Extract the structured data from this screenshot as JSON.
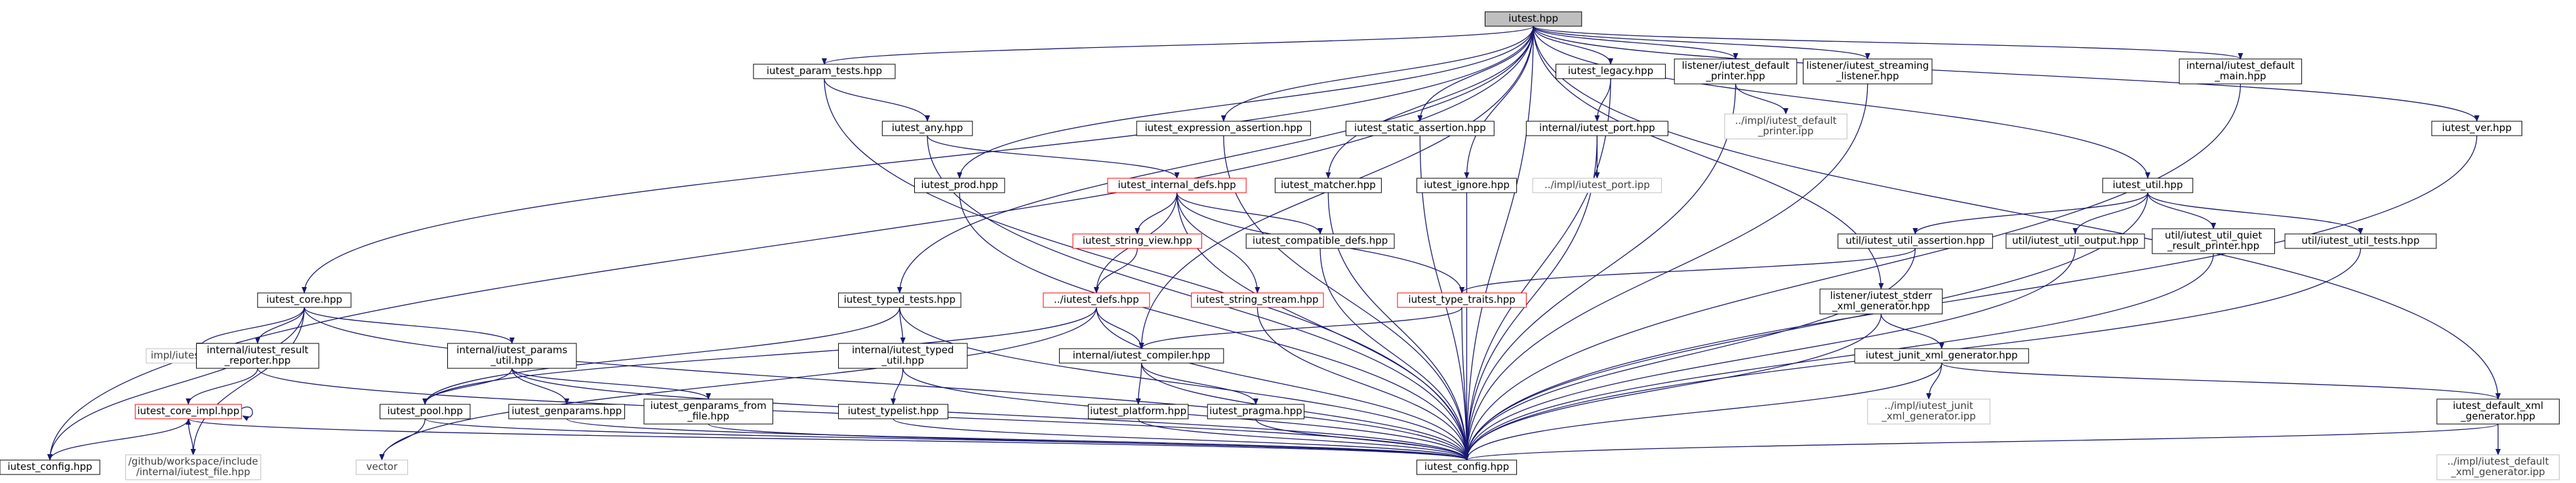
{
  "colors": {
    "edge": "#191970",
    "box_border": "#000000",
    "box_gray_border": "#bfbfbf",
    "box_red_border": "#ff0000",
    "root_fill": "#bfbfbf",
    "text": "#000000",
    "text_gray": "#404040"
  },
  "nodes": [
    {
      "id": "root",
      "lines": [
        "iutest.hpp"
      ],
      "style": "root"
    },
    {
      "id": "param_tests",
      "lines": [
        "iutest_param_tests.hpp"
      ],
      "style": "normal"
    },
    {
      "id": "legacy",
      "lines": [
        "iutest_legacy.hpp"
      ],
      "style": "normal"
    },
    {
      "id": "default_printer",
      "lines": [
        "listener/iutest_default",
        "_printer.hpp"
      ],
      "style": "normal"
    },
    {
      "id": "streaming_listener",
      "lines": [
        "listener/iutest_streaming",
        "_listener.hpp"
      ],
      "style": "normal"
    },
    {
      "id": "default_main",
      "lines": [
        "internal/iutest_default",
        "_main.hpp"
      ],
      "style": "normal"
    },
    {
      "id": "any",
      "lines": [
        "iutest_any.hpp"
      ],
      "style": "normal"
    },
    {
      "id": "expression_assertion",
      "lines": [
        "iutest_expression_assertion.hpp"
      ],
      "style": "normal"
    },
    {
      "id": "static_assertion",
      "lines": [
        "iutest_static_assertion.hpp"
      ],
      "style": "normal"
    },
    {
      "id": "port",
      "lines": [
        "internal/iutest_port.hpp"
      ],
      "style": "normal"
    },
    {
      "id": "impl_default_printer",
      "lines": [
        "../impl/iutest_default",
        "_printer.ipp"
      ],
      "style": "gray"
    },
    {
      "id": "ver",
      "lines": [
        "iutest_ver.hpp"
      ],
      "style": "normal"
    },
    {
      "id": "prod",
      "lines": [
        "iutest_prod.hpp"
      ],
      "style": "normal"
    },
    {
      "id": "internal_defs",
      "lines": [
        "iutest_internal_defs.hpp"
      ],
      "style": "red"
    },
    {
      "id": "matcher",
      "lines": [
        "iutest_matcher.hpp"
      ],
      "style": "normal"
    },
    {
      "id": "ignore",
      "lines": [
        "iutest_ignore.hpp"
      ],
      "style": "normal"
    },
    {
      "id": "impl_port",
      "lines": [
        "../impl/iutest_port.ipp"
      ],
      "style": "gray"
    },
    {
      "id": "util",
      "lines": [
        "iutest_util.hpp"
      ],
      "style": "normal"
    },
    {
      "id": "string_view",
      "lines": [
        "iutest_string_view.hpp"
      ],
      "style": "red"
    },
    {
      "id": "compatible_defs",
      "lines": [
        "iutest_compatible_defs.hpp"
      ],
      "style": "normal"
    },
    {
      "id": "util_assertion",
      "lines": [
        "util/iutest_util_assertion.hpp"
      ],
      "style": "normal"
    },
    {
      "id": "util_output",
      "lines": [
        "util/iutest_util_output.hpp"
      ],
      "style": "normal"
    },
    {
      "id": "util_quiet",
      "lines": [
        "util/iutest_util_quiet",
        "_result_printer.hpp"
      ],
      "style": "normal"
    },
    {
      "id": "util_tests",
      "lines": [
        "util/iutest_util_tests.hpp"
      ],
      "style": "normal"
    },
    {
      "id": "core",
      "lines": [
        "iutest_core.hpp"
      ],
      "style": "normal"
    },
    {
      "id": "typed_tests",
      "lines": [
        "iutest_typed_tests.hpp"
      ],
      "style": "normal"
    },
    {
      "id": "defs",
      "lines": [
        "../iutest_defs.hpp"
      ],
      "style": "red"
    },
    {
      "id": "string_stream",
      "lines": [
        "iutest_string_stream.hpp"
      ],
      "style": "red"
    },
    {
      "id": "type_traits",
      "lines": [
        "iutest_type_traits.hpp"
      ],
      "style": "red"
    },
    {
      "id": "stderr_xml",
      "lines": [
        "listener/iutest_stderr",
        "_xml_generator.hpp"
      ],
      "style": "normal"
    },
    {
      "id": "impl_core",
      "lines": [
        "impl/iutest_core.ipp"
      ],
      "style": "gray"
    },
    {
      "id": "result_reporter",
      "lines": [
        "internal/iutest_result",
        "_reporter.hpp"
      ],
      "style": "normal"
    },
    {
      "id": "params_util",
      "lines": [
        "internal/iutest_params",
        "_util.hpp"
      ],
      "style": "normal"
    },
    {
      "id": "typed_util",
      "lines": [
        "internal/iutest_typed",
        "_util.hpp"
      ],
      "style": "normal"
    },
    {
      "id": "compiler",
      "lines": [
        "internal/iutest_compiler.hpp"
      ],
      "style": "normal"
    },
    {
      "id": "junit_xml",
      "lines": [
        "iutest_junit_xml_generator.hpp"
      ],
      "style": "normal"
    },
    {
      "id": "core_impl",
      "lines": [
        "iutest_core_impl.hpp"
      ],
      "style": "red"
    },
    {
      "id": "pool",
      "lines": [
        "iutest_pool.hpp"
      ],
      "style": "normal"
    },
    {
      "id": "genparams",
      "lines": [
        "iutest_genparams.hpp"
      ],
      "style": "normal"
    },
    {
      "id": "genparams_from_file",
      "lines": [
        "iutest_genparams_from",
        "_file.hpp"
      ],
      "style": "normal"
    },
    {
      "id": "typelist",
      "lines": [
        "iutest_typelist.hpp"
      ],
      "style": "normal"
    },
    {
      "id": "platform",
      "lines": [
        "iutest_platform.hpp"
      ],
      "style": "normal"
    },
    {
      "id": "pragma",
      "lines": [
        "iutest_pragma.hpp"
      ],
      "style": "normal"
    },
    {
      "id": "impl_junit",
      "lines": [
        "../impl/iutest_junit",
        "_xml_generator.ipp"
      ],
      "style": "gray"
    },
    {
      "id": "default_xml",
      "lines": [
        "iutest_default_xml",
        "_generator.hpp"
      ],
      "style": "normal"
    },
    {
      "id": "config",
      "lines": [
        "iutest_config.hpp"
      ],
      "style": "normal"
    },
    {
      "id": "github_file",
      "lines": [
        "/github/workspace/include",
        "/internal/iutest_file.hpp"
      ],
      "style": "gray"
    },
    {
      "id": "vector",
      "lines": [
        "vector"
      ],
      "style": "gray"
    },
    {
      "id": "iutest_config_main",
      "lines": [
        "iutest_config.hpp"
      ],
      "style": "normal"
    },
    {
      "id": "impl_default_xml",
      "lines": [
        "../impl/iutest_default",
        "_xml_generator.ipp"
      ],
      "style": "gray"
    }
  ],
  "edges": [
    [
      "root",
      "param_tests"
    ],
    [
      "root",
      "legacy"
    ],
    [
      "root",
      "default_printer"
    ],
    [
      "root",
      "streaming_listener"
    ],
    [
      "root",
      "default_main"
    ],
    [
      "root",
      "expression_assertion"
    ],
    [
      "root",
      "static_assertion"
    ],
    [
      "root",
      "prod"
    ],
    [
      "root",
      "matcher"
    ],
    [
      "root",
      "ignore"
    ],
    [
      "root",
      "util"
    ],
    [
      "root",
      "ver"
    ],
    [
      "root",
      "core"
    ],
    [
      "root",
      "typed_tests"
    ],
    [
      "root",
      "compiler"
    ],
    [
      "root",
      "config"
    ],
    [
      "root",
      "default_xml"
    ],
    [
      "root",
      "iutest_config_main"
    ],
    [
      "root",
      "stderr_xml"
    ],
    [
      "param_tests",
      "any"
    ],
    [
      "param_tests",
      "iutest_config_main"
    ],
    [
      "any",
      "internal_defs"
    ],
    [
      "any",
      "iutest_config_main"
    ],
    [
      "legacy",
      "port"
    ],
    [
      "legacy",
      "iutest_config_main"
    ],
    [
      "port",
      "impl_port"
    ],
    [
      "port",
      "iutest_config_main"
    ],
    [
      "default_printer",
      "impl_default_printer"
    ],
    [
      "default_printer",
      "iutest_config_main"
    ],
    [
      "streaming_listener",
      "iutest_config_main"
    ],
    [
      "default_main",
      "iutest_config_main"
    ],
    [
      "expression_assertion",
      "iutest_config_main"
    ],
    [
      "static_assertion",
      "iutest_config_main"
    ],
    [
      "prod",
      "iutest_config_main"
    ],
    [
      "matcher",
      "iutest_config_main"
    ],
    [
      "ignore",
      "iutest_config_main"
    ],
    [
      "ver",
      "iutest_config_main"
    ],
    [
      "internal_defs",
      "string_view"
    ],
    [
      "internal_defs",
      "compatible_defs"
    ],
    [
      "internal_defs",
      "string_stream"
    ],
    [
      "internal_defs",
      "type_traits"
    ],
    [
      "internal_defs",
      "defs"
    ],
    [
      "internal_defs",
      "iutest_config_main"
    ],
    [
      "string_view",
      "defs"
    ],
    [
      "compatible_defs",
      "iutest_config_main"
    ],
    [
      "string_stream",
      "iutest_config_main"
    ],
    [
      "type_traits",
      "compiler"
    ],
    [
      "type_traits",
      "iutest_config_main"
    ],
    [
      "defs",
      "compiler"
    ],
    [
      "defs",
      "iutest_config_main"
    ],
    [
      "defs",
      "vector"
    ],
    [
      "defs",
      "pool"
    ],
    [
      "util",
      "util_assertion"
    ],
    [
      "util",
      "util_output"
    ],
    [
      "util",
      "util_quiet"
    ],
    [
      "util",
      "util_tests"
    ],
    [
      "util",
      "iutest_config_main"
    ],
    [
      "util_assertion",
      "type_traits"
    ],
    [
      "util_assertion",
      "iutest_config_main"
    ],
    [
      "util_output",
      "iutest_config_main"
    ],
    [
      "util_quiet",
      "iutest_config_main"
    ],
    [
      "util_tests",
      "iutest_config_main"
    ],
    [
      "core",
      "impl_core"
    ],
    [
      "core",
      "result_reporter"
    ],
    [
      "core",
      "params_util"
    ],
    [
      "core",
      "config"
    ],
    [
      "core",
      "github_file"
    ],
    [
      "core",
      "iutest_config_main"
    ],
    [
      "typed_tests",
      "typed_util"
    ],
    [
      "typed_tests",
      "pool"
    ],
    [
      "typed_tests",
      "iutest_config_main"
    ],
    [
      "result_reporter",
      "core_impl"
    ],
    [
      "result_reporter",
      "iutest_config_main"
    ],
    [
      "params_util",
      "pool"
    ],
    [
      "params_util",
      "genparams"
    ],
    [
      "params_util",
      "genparams_from_file"
    ],
    [
      "params_util",
      "iutest_config_main"
    ],
    [
      "typed_util",
      "typelist"
    ],
    [
      "typed_util",
      "iutest_config_main"
    ],
    [
      "compiler",
      "platform"
    ],
    [
      "compiler",
      "pragma"
    ],
    [
      "compiler",
      "iutest_config_main"
    ],
    [
      "core_impl",
      "core_impl"
    ],
    [
      "core_impl",
      "config"
    ],
    [
      "core_impl",
      "github_file"
    ],
    [
      "pool",
      "vector"
    ],
    [
      "pool",
      "iutest_config_main"
    ],
    [
      "genparams",
      "iutest_config_main"
    ],
    [
      "genparams_from_file",
      "iutest_config_main"
    ],
    [
      "typelist",
      "iutest_config_main"
    ],
    [
      "platform",
      "iutest_config_main"
    ],
    [
      "pragma",
      "iutest_config_main"
    ],
    [
      "stderr_xml",
      "junit_xml"
    ],
    [
      "stderr_xml",
      "iutest_config_main"
    ],
    [
      "junit_xml",
      "impl_junit"
    ],
    [
      "junit_xml",
      "default_xml"
    ],
    [
      "junit_xml",
      "iutest_config_main"
    ],
    [
      "default_xml",
      "impl_default_xml"
    ],
    [
      "default_xml",
      "iutest_config_main"
    ],
    [
      "iutest_config_main",
      "core_impl"
    ]
  ]
}
